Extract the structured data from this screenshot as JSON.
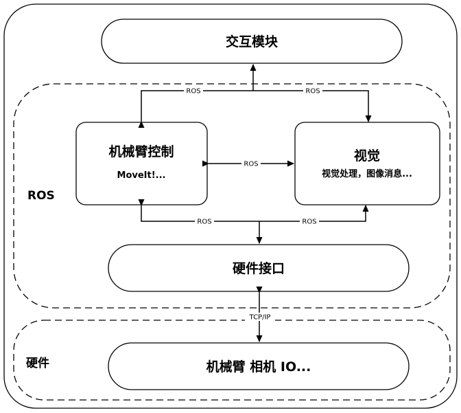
{
  "regions": {
    "ros": "ROS",
    "hardware": "硬件"
  },
  "nodes": {
    "interaction": {
      "title": "交互模块"
    },
    "arm_control": {
      "title": "机械臂控制",
      "subtitle": "MoveIt!..."
    },
    "vision": {
      "title": "视觉",
      "subtitle": "视觉处理，图像消息..."
    },
    "hw_interface": {
      "title": "硬件接口"
    },
    "devices": {
      "title": "机械臂 相机 IO..."
    }
  },
  "edges": {
    "top_left": "ROS",
    "top_right": "ROS",
    "middle": "ROS",
    "bottom_left": "ROS",
    "bottom_right": "ROS",
    "tcp": "TCP/IP"
  }
}
